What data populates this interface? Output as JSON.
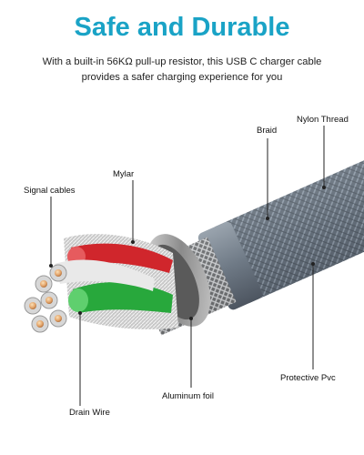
{
  "header": {
    "title": "Safe and Durable",
    "subtitle_line1": "With a built-in 56KΩ pull-up resistor, this USB C charger cable",
    "subtitle_line2": "provides a safer charging experience for you"
  },
  "callouts": {
    "braid": "Braid",
    "nylon_thread": "Nylon Thread",
    "mylar": "Mylar",
    "signal_cables": "Signal cables",
    "drain_wire": "Drain Wire",
    "aluminum_foil": "Aluminum foil",
    "protective_pvc": "Protective Pvc"
  },
  "colors": {
    "title": "#1aa3c6",
    "jacket": "#7f8a96",
    "braid": "#58626d",
    "red_wire": "#d0262c",
    "green_wire": "#28a83c",
    "copper": "#e2a070"
  }
}
